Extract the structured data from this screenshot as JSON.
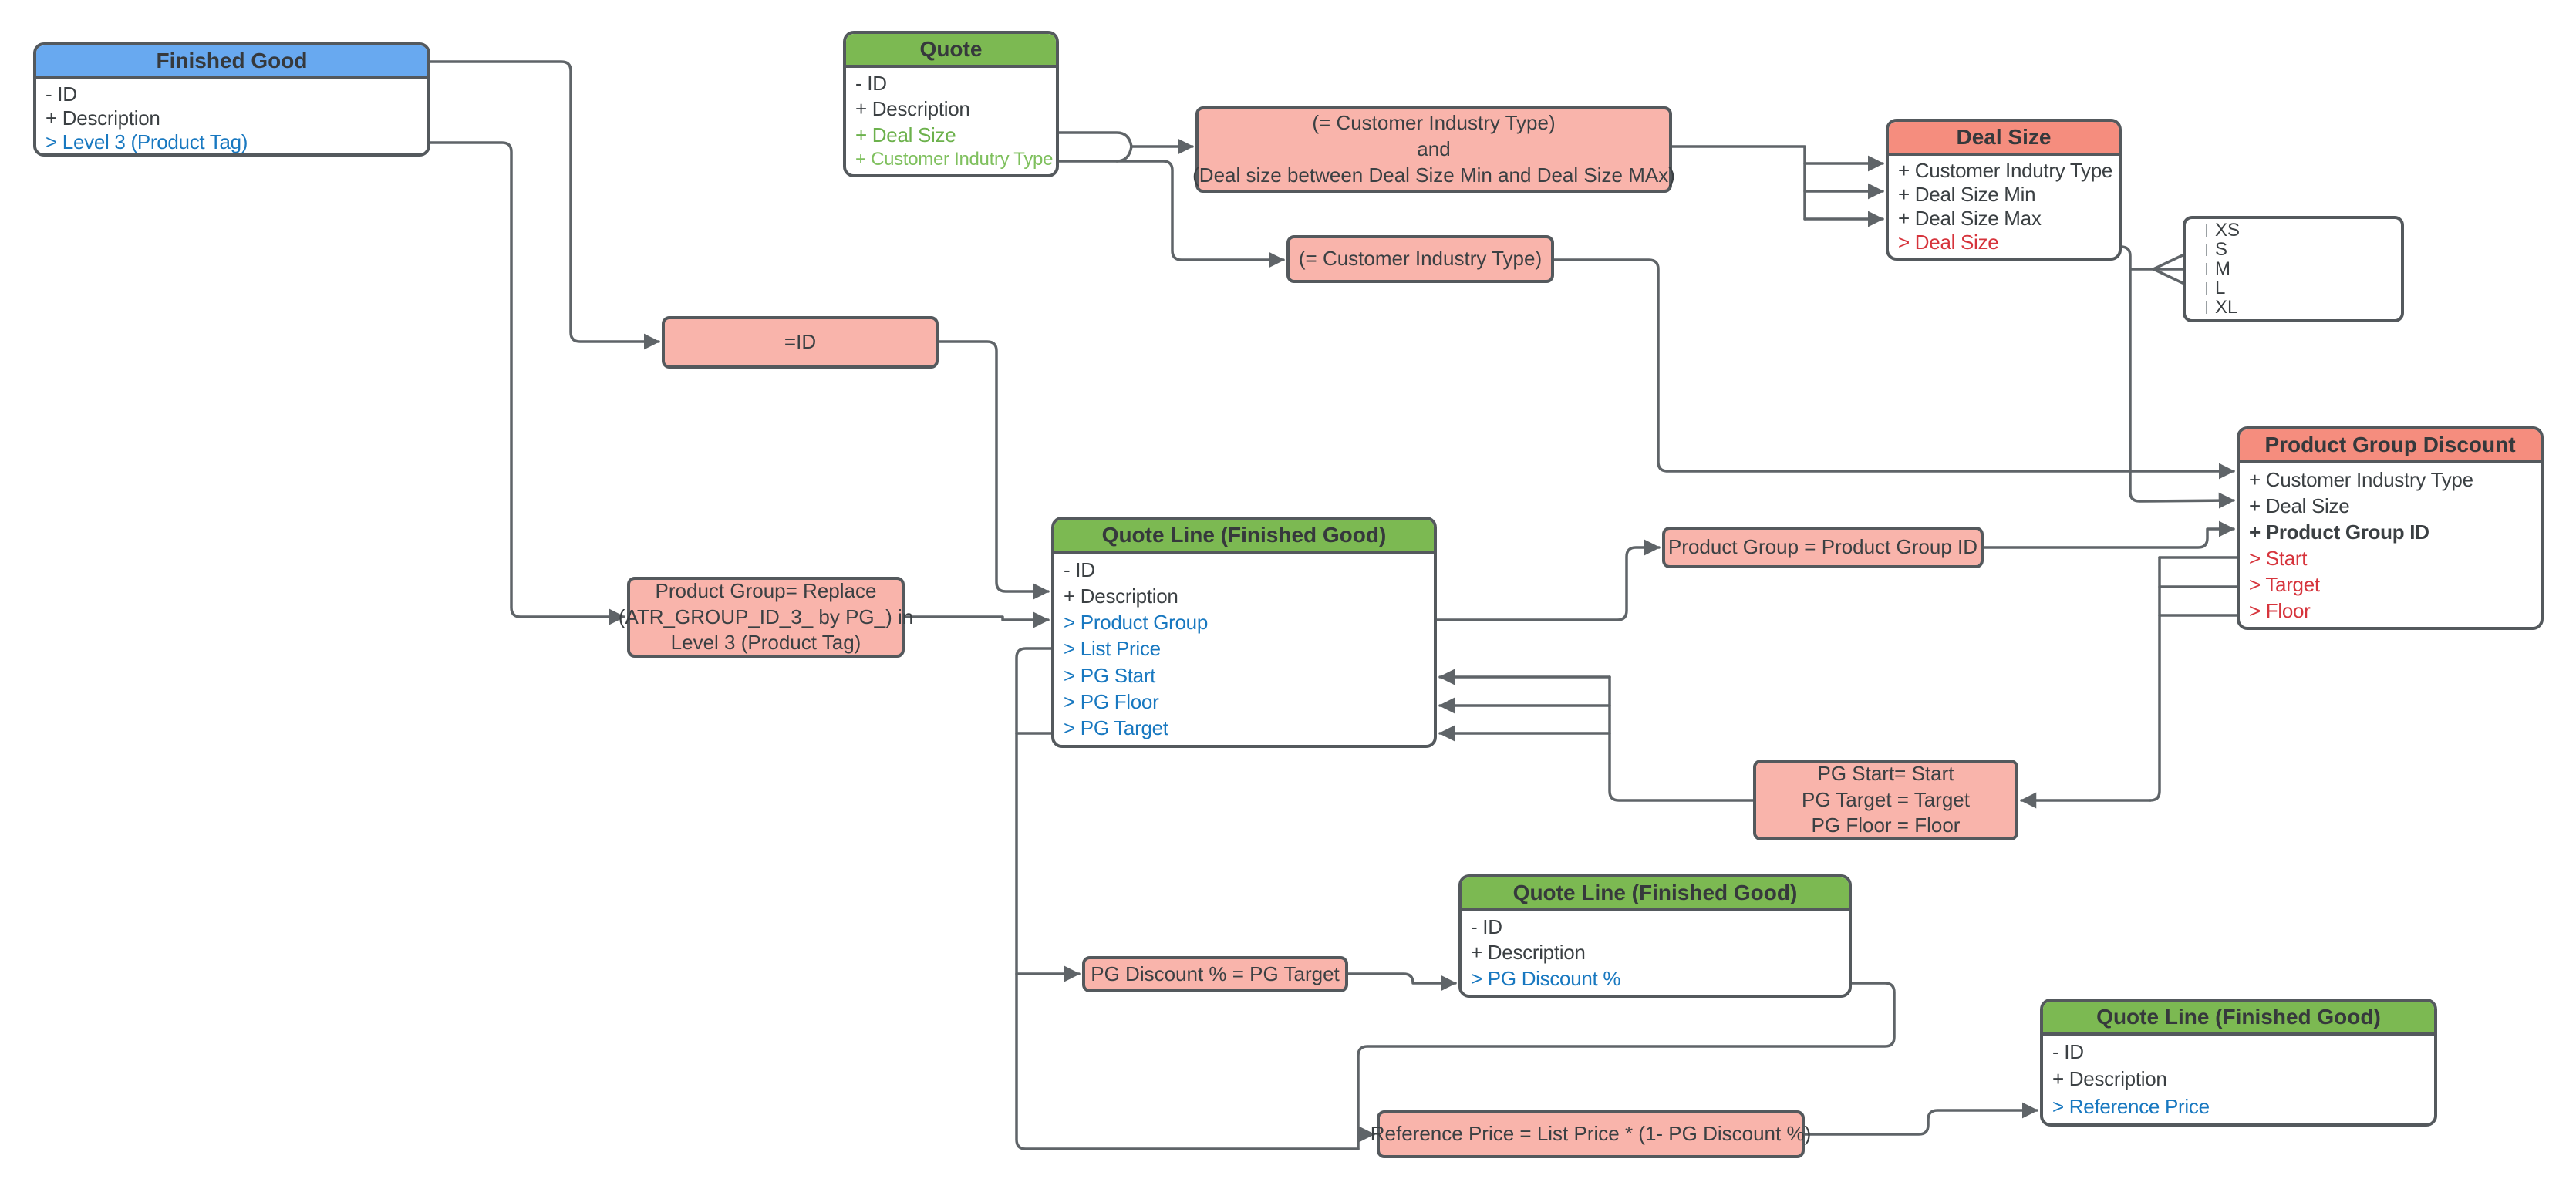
{
  "colors": {
    "header_blue": "#68a9f0",
    "header_green": "#7cb952",
    "header_salmon": "#f58d7e",
    "condition_pink": "#f9b4ab",
    "box_border": "#54595d",
    "wire": "#5f6468",
    "text_dark": "#3b4043",
    "text_blue": "#1878c0",
    "text_red": "#d6343c",
    "text_green": "#6cb14c",
    "text_green_light": "#7fc05e"
  },
  "entities": {
    "finished_good": {
      "title": "Finished Good",
      "fields": [
        "- ID",
        "+ Description",
        "> Level 3 (Product Tag)"
      ]
    },
    "quote": {
      "title": "Quote",
      "fields": [
        "- ID",
        "+ Description",
        "+ Deal Size",
        "+  Customer Indutry Type"
      ]
    },
    "deal_size": {
      "title": "Deal Size",
      "fields": [
        "+ Customer Indutry Type",
        "+ Deal Size Min",
        "+ Deal Size Max",
        "> Deal Size"
      ]
    },
    "product_group_discount": {
      "title": "Product Group Discount",
      "fields": [
        "+ Customer Industry Type",
        "+ Deal Size",
        "+ Product Group ID",
        "> Start",
        "> Target",
        "> Floor"
      ]
    },
    "quote_line_fg_1": {
      "title": "Quote Line (Finished Good)",
      "fields": [
        "- ID",
        "+ Description",
        "> Product Group",
        "> List Price",
        "> PG Start",
        "> PG Floor",
        "> PG Target"
      ]
    },
    "quote_line_fg_2": {
      "title": "Quote Line (Finished Good)",
      "fields": [
        "- ID",
        "+ Description",
        "> PG Discount %"
      ]
    },
    "quote_line_fg_3": {
      "title": "Quote Line (Finished Good)",
      "fields": [
        "- ID",
        "+ Description",
        "> Reference Price"
      ]
    }
  },
  "conditions": {
    "quote_to_deal_size": {
      "lines": [
        "(= Customer Industry Type)",
        "and",
        "(Deal size between Deal Size Min and Deal Size MAx)"
      ]
    },
    "customer_industry_match": {
      "lines": [
        "(= Customer Industry Type)"
      ]
    },
    "id_match": {
      "lines": [
        "=ID"
      ]
    },
    "product_group_replace": {
      "lines": [
        "Product Group= Replace",
        "(ATR_GROUP_ID_3_ by PG_) in",
        "Level 3 (Product Tag)"
      ]
    },
    "product_group_match": {
      "lines": [
        "Product Group = Product Group ID"
      ]
    },
    "pg_value_assignments": {
      "lines": [
        "PG Start= Start",
        "PG Target = Target",
        "PG Floor = Floor"
      ]
    },
    "pg_discount_formula": {
      "lines": [
        "PG Discount % = PG Target"
      ]
    },
    "reference_price_formula": {
      "lines": [
        "Reference Price = List Price * (1- PG Discount %)"
      ]
    }
  },
  "deal_size_values": {
    "items": [
      "XS",
      "S",
      "M",
      "L",
      "XL"
    ]
  }
}
